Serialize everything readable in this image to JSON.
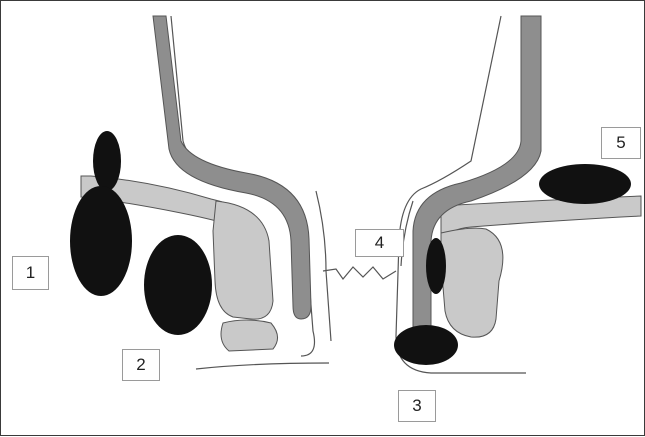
{
  "colors": {
    "muscle": "#c9c9c9",
    "wall": "#8e8e8e",
    "abscess": "#111111",
    "outline": "#555555",
    "background": "#ffffff"
  },
  "labels": [
    {
      "id": "label-1",
      "text": "1"
    },
    {
      "id": "label-2",
      "text": "2"
    },
    {
      "id": "label-3",
      "text": "3"
    },
    {
      "id": "label-4",
      "text": "4"
    },
    {
      "id": "label-5",
      "text": "5"
    }
  ]
}
